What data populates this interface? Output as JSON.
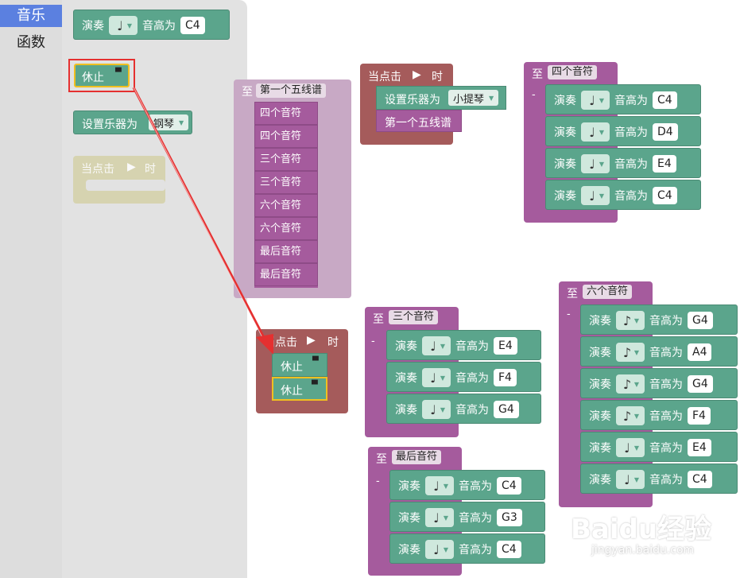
{
  "sidebar": {
    "categories": [
      {
        "label": "音乐",
        "selected": true
      },
      {
        "label": "函数",
        "selected": false
      }
    ]
  },
  "flyout": {
    "play_block": {
      "play": "演奏",
      "note": "♩",
      "pitch_label": "音高为",
      "pitch": "C4"
    },
    "rest_block": {
      "label": "休止"
    },
    "instrument_block": {
      "label": "设置乐器为",
      "value": "钢琴"
    },
    "when_clicked_block": {
      "label": "当点击",
      "icon": "▶",
      "suffix": "时"
    }
  },
  "workspace": {
    "staff1_def": {
      "prefix": "至",
      "name": "第一个五线谱",
      "calls": [
        "四个音符",
        "四个音符",
        "三个音符",
        "三个音符",
        "六个音符",
        "六个音符",
        "最后音符",
        "最后音符"
      ]
    },
    "event1": {
      "label": "当点击",
      "icon": "▶",
      "suffix": "时",
      "instrument_label": "设置乐器为",
      "instrument": "小提琴",
      "call": "第一个五线谱"
    },
    "four_notes_def": {
      "prefix": "至",
      "name": "四个音符",
      "notes": [
        {
          "play": "演奏",
          "note": "♩",
          "pitch_label": "音高为",
          "pitch": "C4"
        },
        {
          "play": "演奏",
          "note": "♩",
          "pitch_label": "音高为",
          "pitch": "D4"
        },
        {
          "play": "演奏",
          "note": "♩",
          "pitch_label": "音高为",
          "pitch": "E4"
        },
        {
          "play": "演奏",
          "note": "♩",
          "pitch_label": "音高为",
          "pitch": "C4"
        }
      ]
    },
    "event2": {
      "label": "当点击",
      "icon": "▶",
      "suffix": "时",
      "rests": [
        "休止",
        "休止"
      ]
    },
    "three_notes_def": {
      "prefix": "至",
      "name": "三个音符",
      "notes": [
        {
          "play": "演奏",
          "note": "♩",
          "pitch_label": "音高为",
          "pitch": "E4"
        },
        {
          "play": "演奏",
          "note": "♩",
          "pitch_label": "音高为",
          "pitch": "F4"
        },
        {
          "play": "演奏",
          "note": "♩",
          "pitch_label": "音高为",
          "pitch": "G4"
        }
      ]
    },
    "six_notes_def": {
      "prefix": "至",
      "name": "六个音符",
      "notes": [
        {
          "play": "演奏",
          "note": "♪",
          "pitch_label": "音高为",
          "pitch": "G4"
        },
        {
          "play": "演奏",
          "note": "♪",
          "pitch_label": "音高为",
          "pitch": "A4"
        },
        {
          "play": "演奏",
          "note": "♪",
          "pitch_label": "音高为",
          "pitch": "G4"
        },
        {
          "play": "演奏",
          "note": "♪",
          "pitch_label": "音高为",
          "pitch": "F4"
        },
        {
          "play": "演奏",
          "note": "♩",
          "pitch_label": "音高为",
          "pitch": "E4"
        },
        {
          "play": "演奏",
          "note": "♩",
          "pitch_label": "音高为",
          "pitch": "C4"
        }
      ]
    },
    "last_notes_def": {
      "prefix": "至",
      "name": "最后音符",
      "notes": [
        {
          "play": "演奏",
          "note": "♩",
          "pitch_label": "音高为",
          "pitch": "C4"
        },
        {
          "play": "演奏",
          "note": "♩",
          "pitch_label": "音高为",
          "pitch": "G3"
        },
        {
          "play": "演奏",
          "note": "♩",
          "pitch_label": "音高为",
          "pitch": "C4"
        }
      ]
    }
  },
  "watermark": {
    "brand": "Baidu经验",
    "url": "jingyan.baidu.com"
  },
  "colors": {
    "procedure": "#a55b9d",
    "music": "#5ba58c",
    "event": "#a55b5b",
    "selected_category": "#5b80e0",
    "highlight": "#e53030"
  }
}
